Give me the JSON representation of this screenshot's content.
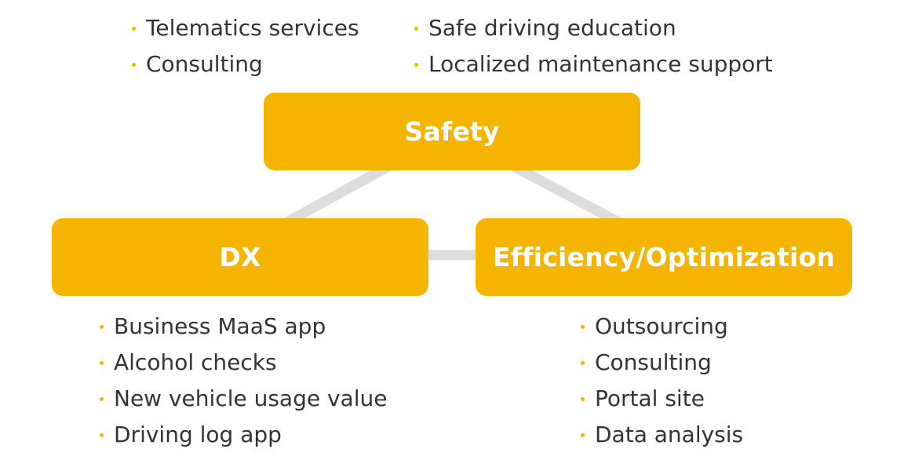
{
  "colors": {
    "box_fill": "#f5b400",
    "box_text": "#ffffff",
    "connector": "#dcdcdc",
    "bullet": "#f5b400",
    "text": "#333333"
  },
  "nodes": {
    "safety": {
      "label": "Safety",
      "items_left": [
        "Telematics services",
        "Consulting"
      ],
      "items_right": [
        "Safe driving education",
        "Localized maintenance support"
      ]
    },
    "dx": {
      "label": "DX",
      "items": [
        "Business MaaS app",
        "Alcohol checks",
        "New vehicle usage value",
        "Driving log app"
      ]
    },
    "efficiency": {
      "label": "Efficiency/Optimization",
      "items": [
        "Outsourcing",
        "Consulting",
        "Portal site",
        "Data analysis"
      ]
    }
  },
  "connections": [
    [
      "safety",
      "dx"
    ],
    [
      "safety",
      "efficiency"
    ],
    [
      "dx",
      "efficiency"
    ]
  ]
}
